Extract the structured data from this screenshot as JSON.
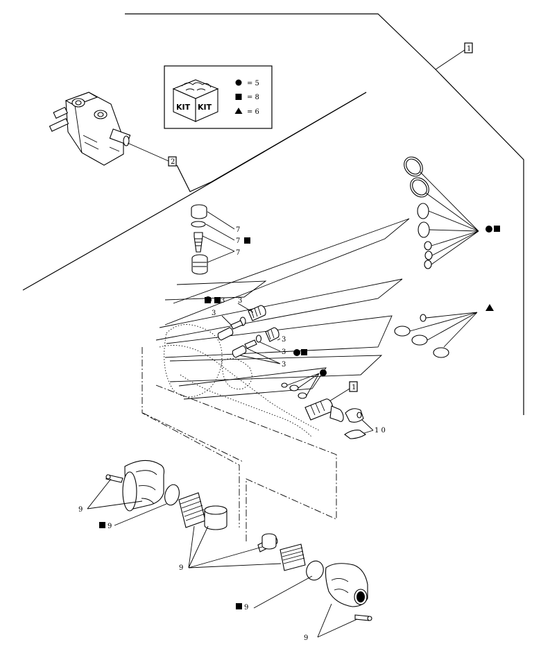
{
  "kit_legend": {
    "icon_text": "KIT",
    "rows": [
      {
        "symbol": "circle",
        "text": "= 5"
      },
      {
        "symbol": "square",
        "text": "= 8"
      },
      {
        "symbol": "triangle",
        "text": "= 6"
      }
    ]
  },
  "callouts": {
    "box_1_upper": "1",
    "box_2": "2",
    "box_1_lower": "1",
    "seven_a": "7",
    "seven_b": "7",
    "seven_c": "7",
    "three_a": "3",
    "three_b": "3",
    "three_c": "3",
    "three_d": "3",
    "three_e": "3",
    "three_f": "3",
    "ten": "1 0",
    "nine_a": "9",
    "nine_b": "9",
    "nine_c": "9",
    "nine_d": "9",
    "nine_e": "9"
  }
}
